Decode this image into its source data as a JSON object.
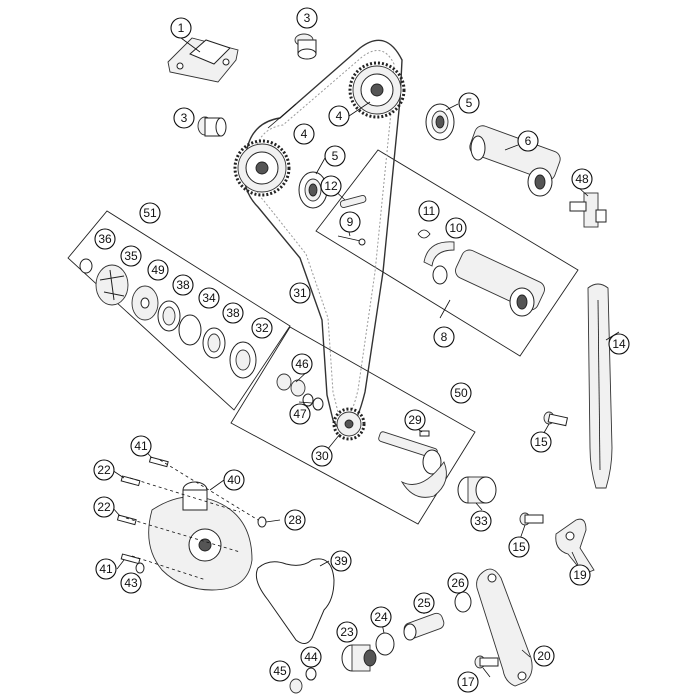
{
  "callouts": [
    {
      "label": "1"
    },
    {
      "label": "3"
    },
    {
      "label": "3"
    },
    {
      "label": "4"
    },
    {
      "label": "4"
    },
    {
      "label": "5"
    },
    {
      "label": "5"
    },
    {
      "label": "6"
    },
    {
      "label": "48"
    },
    {
      "label": "12"
    },
    {
      "label": "9"
    },
    {
      "label": "11"
    },
    {
      "label": "10"
    },
    {
      "label": "8"
    },
    {
      "label": "51"
    },
    {
      "label": "36"
    },
    {
      "label": "35"
    },
    {
      "label": "49"
    },
    {
      "label": "38"
    },
    {
      "label": "34"
    },
    {
      "label": "38"
    },
    {
      "label": "32"
    },
    {
      "label": "31"
    },
    {
      "label": "46"
    },
    {
      "label": "47"
    },
    {
      "label": "50"
    },
    {
      "label": "29"
    },
    {
      "label": "30"
    },
    {
      "label": "14"
    },
    {
      "label": "15"
    },
    {
      "label": "41"
    },
    {
      "label": "40"
    },
    {
      "label": "22"
    },
    {
      "label": "22"
    },
    {
      "label": "28"
    },
    {
      "label": "33"
    },
    {
      "label": "15"
    },
    {
      "label": "19"
    },
    {
      "label": "39"
    },
    {
      "label": "41"
    },
    {
      "label": "43"
    },
    {
      "label": "26"
    },
    {
      "label": "24"
    },
    {
      "label": "25"
    },
    {
      "label": "23"
    },
    {
      "label": "44"
    },
    {
      "label": "45"
    },
    {
      "label": "17"
    },
    {
      "label": "20"
    }
  ]
}
